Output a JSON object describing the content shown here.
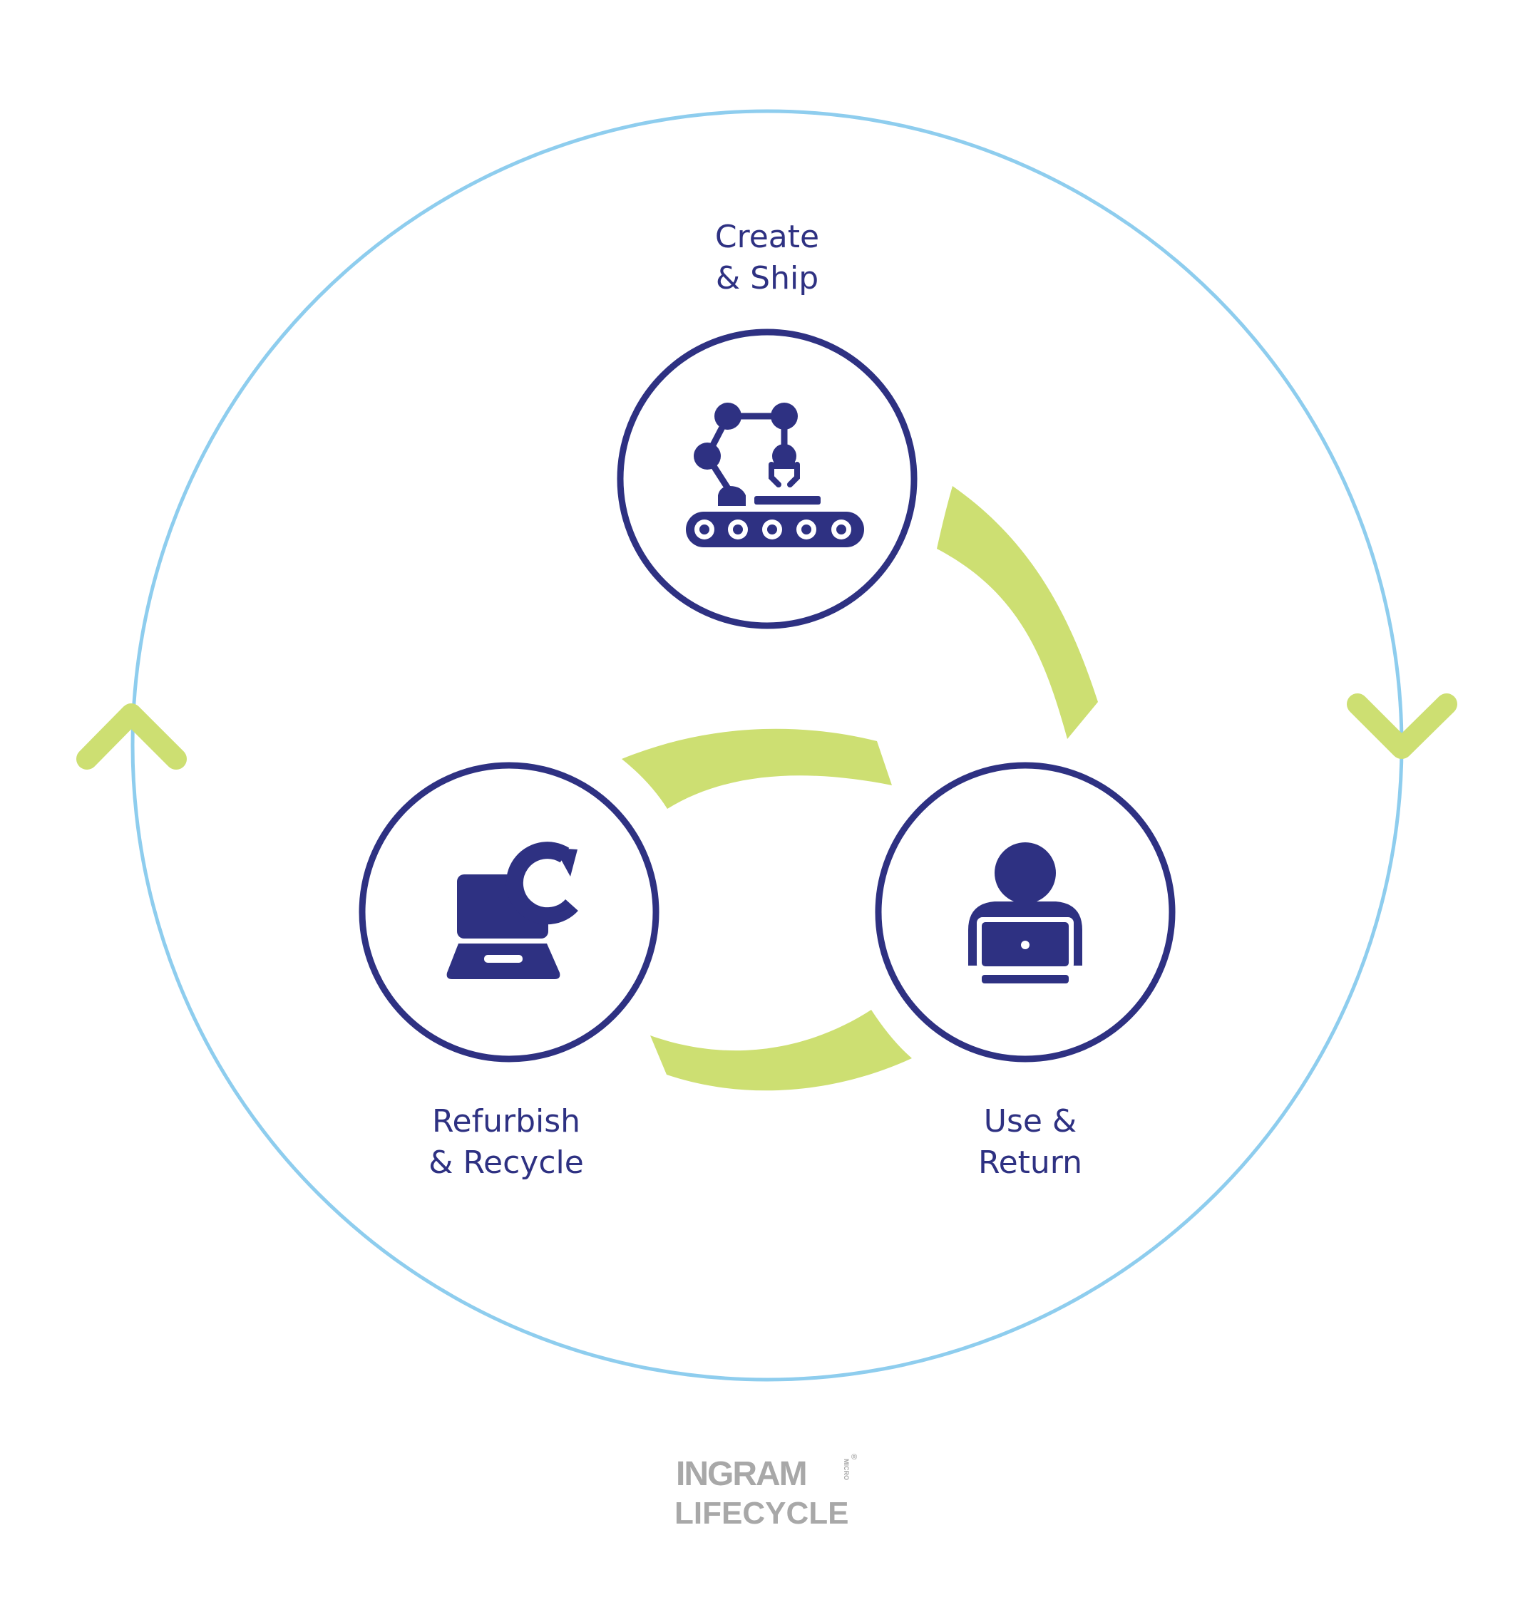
{
  "colors": {
    "outer_ring": "#8ecdee",
    "node_ring": "#2e3182",
    "icon": "#2e3182",
    "connector": "#cddf72",
    "label": "#2e3182",
    "logo": "#a8a8a8"
  },
  "stages": [
    {
      "id": "create",
      "label_line1": "Create",
      "label_line2": "& Ship",
      "icon": "robot-arm-conveyor-icon"
    },
    {
      "id": "use",
      "label_line1": "Use &",
      "label_line2": "Return",
      "icon": "person-laptop-icon"
    },
    {
      "id": "refurb",
      "label_line1": "Refurbish",
      "label_line2": "& Recycle",
      "icon": "laptop-refresh-icon"
    }
  ],
  "logo": {
    "brand": "INGRAM",
    "micro": "MICRO",
    "registered": "®",
    "sub": "LIFECYCLE"
  }
}
